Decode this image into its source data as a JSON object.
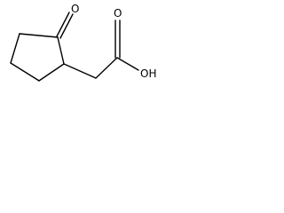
{
  "molecule": {
    "atoms": {
      "ketone_oxygen": "O",
      "carbonyl_oxygen": "O",
      "hydroxyl": "OH"
    }
  },
  "colors": {
    "bond": "#000000",
    "background": "#ffffff"
  }
}
